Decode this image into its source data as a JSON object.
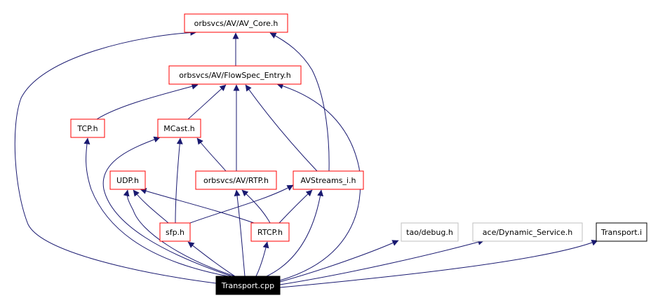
{
  "graph": {
    "nodes": [
      {
        "id": "av_core",
        "label": "orbsvcs/AV/AV_Core.h",
        "border": "#ff0000",
        "fill": "#ffffff",
        "text_color": "#000000"
      },
      {
        "id": "flowspec",
        "label": "orbsvcs/AV/FlowSpec_Entry.h",
        "border": "#ff0000",
        "fill": "#ffffff",
        "text_color": "#000000"
      },
      {
        "id": "tcp",
        "label": "TCP.h",
        "border": "#ff0000",
        "fill": "#ffffff",
        "text_color": "#000000"
      },
      {
        "id": "mcast",
        "label": "MCast.h",
        "border": "#ff0000",
        "fill": "#ffffff",
        "text_color": "#000000"
      },
      {
        "id": "udp",
        "label": "UDP.h",
        "border": "#ff0000",
        "fill": "#ffffff",
        "text_color": "#000000"
      },
      {
        "id": "rtp",
        "label": "orbsvcs/AV/RTP.h",
        "border": "#ff0000",
        "fill": "#ffffff",
        "text_color": "#000000"
      },
      {
        "id": "avstreams",
        "label": "AVStreams_i.h",
        "border": "#ff0000",
        "fill": "#ffffff",
        "text_color": "#000000"
      },
      {
        "id": "sfp",
        "label": "sfp.h",
        "border": "#ff0000",
        "fill": "#ffffff",
        "text_color": "#000000"
      },
      {
        "id": "rtcp",
        "label": "RTCP.h",
        "border": "#ff0000",
        "fill": "#ffffff",
        "text_color": "#000000"
      },
      {
        "id": "debug",
        "label": "tao/debug.h",
        "border": "#bfbfbf",
        "fill": "#ffffff",
        "text_color": "#000000"
      },
      {
        "id": "dynservice",
        "label": "ace/Dynamic_Service.h",
        "border": "#bfbfbf",
        "fill": "#ffffff",
        "text_color": "#000000"
      },
      {
        "id": "transport_i",
        "label": "Transport.i",
        "border": "#000000",
        "fill": "#ffffff",
        "text_color": "#000000"
      },
      {
        "id": "transport_cpp",
        "label": "Transport.cpp",
        "border": "#000000",
        "fill": "#000000",
        "text_color": "#ffffff"
      }
    ],
    "edges": [
      {
        "from": "transport_cpp",
        "to": "av_core"
      },
      {
        "from": "transport_cpp",
        "to": "flowspec"
      },
      {
        "from": "transport_cpp",
        "to": "tcp"
      },
      {
        "from": "transport_cpp",
        "to": "mcast"
      },
      {
        "from": "transport_cpp",
        "to": "udp"
      },
      {
        "from": "transport_cpp",
        "to": "rtp"
      },
      {
        "from": "transport_cpp",
        "to": "avstreams"
      },
      {
        "from": "transport_cpp",
        "to": "sfp"
      },
      {
        "from": "transport_cpp",
        "to": "rtcp"
      },
      {
        "from": "transport_cpp",
        "to": "debug"
      },
      {
        "from": "transport_cpp",
        "to": "dynservice"
      },
      {
        "from": "transport_cpp",
        "to": "transport_i"
      },
      {
        "from": "flowspec",
        "to": "av_core"
      },
      {
        "from": "tcp",
        "to": "flowspec"
      },
      {
        "from": "mcast",
        "to": "flowspec"
      },
      {
        "from": "rtp",
        "to": "flowspec"
      },
      {
        "from": "rtp",
        "to": "mcast"
      },
      {
        "from": "avstreams",
        "to": "flowspec"
      },
      {
        "from": "avstreams",
        "to": "av_core"
      },
      {
        "from": "sfp",
        "to": "mcast"
      },
      {
        "from": "sfp",
        "to": "udp"
      },
      {
        "from": "sfp",
        "to": "avstreams"
      },
      {
        "from": "rtcp",
        "to": "rtp"
      },
      {
        "from": "rtcp",
        "to": "udp"
      },
      {
        "from": "rtcp",
        "to": "avstreams"
      }
    ],
    "colors": {
      "edge": "#191970",
      "focus_fill": "#000000",
      "documented_border": "#ff0000",
      "undocumented_border": "#bfbfbf"
    }
  }
}
